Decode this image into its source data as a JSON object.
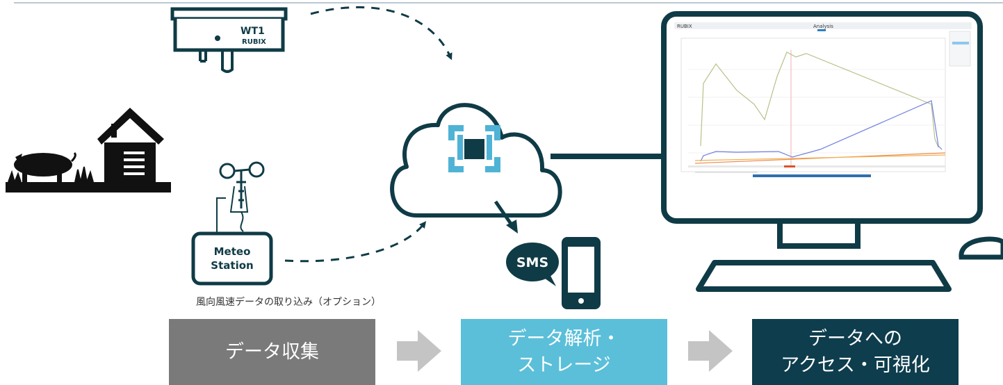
{
  "device": {
    "model": "WT1",
    "brand": "RUBIX"
  },
  "meteo": {
    "line1": "Meteo",
    "line2": "Station"
  },
  "caption": "風向風速データの取り込み（オプション）",
  "sms": "SMS",
  "steps": [
    {
      "lines": [
        "データ収集"
      ],
      "color": "#7a7a7a"
    },
    {
      "lines": [
        "データ解析・",
        "ストレージ"
      ],
      "color": "#5bbfd9"
    },
    {
      "lines": [
        "データへの",
        "アクセス・可視化"
      ],
      "color": "#0e3d4d"
    }
  ],
  "screen": {
    "brand": "RUBIX",
    "title": "Analysis"
  },
  "colors": {
    "dark": "#0f3b46",
    "cloud_icon": "#4fb3d6",
    "arrow_gray": "#c4c4c4"
  }
}
